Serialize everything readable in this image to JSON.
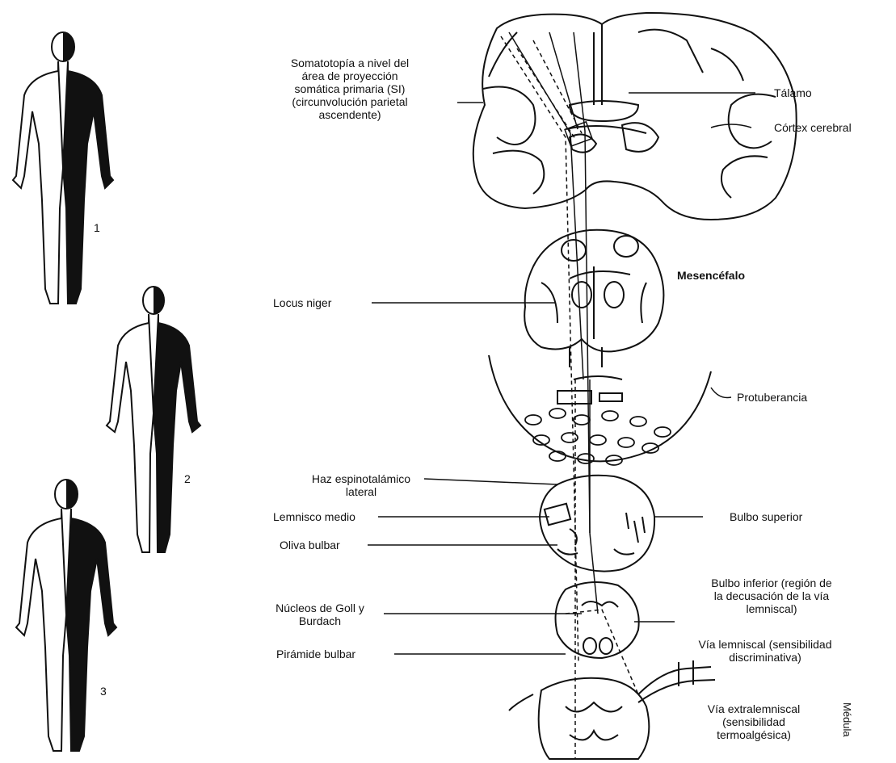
{
  "figure_numbers": [
    "1",
    "2",
    "3"
  ],
  "left_labels": {
    "somatotopia": [
      "Somatotopía a nivel del",
      "área de proyección",
      "somática primaria (SI)",
      "(circunvolución parietal",
      "ascendente)"
    ],
    "locus_niger": "Locus niger",
    "haz_espinotalamico": [
      "Haz espinotalámico",
      "lateral"
    ],
    "lemnisco_medio": "Lemnisco medio",
    "oliva_bulbar": "Oliva bulbar",
    "nucleos_goll": [
      "Núcleos de Goll y",
      "Burdach"
    ],
    "piramide_bulbar": "Pirámide bulbar"
  },
  "right_labels": {
    "talamo": "Tálamo",
    "cortex": "Córtex cerebral",
    "mesencefalo": "Mesencéfalo",
    "protuberancia": "Protuberancia",
    "bulbo_superior": "Bulbo superior",
    "bulbo_inferior": [
      "Bulbo inferior (región de",
      "la decusación de la vía",
      "lemniscal)"
    ],
    "via_lemniscal": [
      "Vía lemniscal (sensibilidad",
      "discriminativa)"
    ],
    "via_extralemniscal": [
      "Vía extralemniscal",
      "(sensibilidad",
      "termoalgésica)"
    ],
    "medula": "Médula"
  }
}
